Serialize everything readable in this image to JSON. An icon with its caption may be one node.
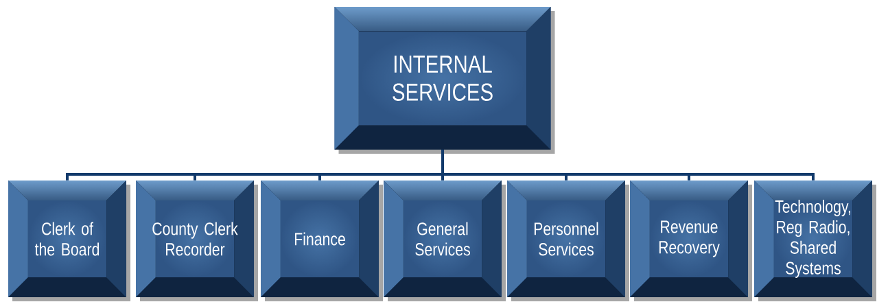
{
  "diagram": {
    "nodes": [
      {
        "text": [
          "INTERNAL SERVICES"
        ]
      },
      {
        "text": [
          "Clerk of the Board"
        ]
      },
      {
        "text": [
          "County Clerk Recorder"
        ]
      },
      {
        "text": [
          "Finance"
        ]
      },
      {
        "text": [
          "General Services"
        ]
      },
      {
        "text": [
          "Personnel Services"
        ]
      },
      {
        "text": [
          "Revenue Recovery"
        ]
      },
      {
        "text": [
          "Technology, Reg Radio, Shared Systems"
        ]
      }
    ],
    "edges": [
      {
        "from": 0,
        "to": 1,
        "arrow": "none"
      },
      {
        "from": 0,
        "to": 2,
        "arrow": "none"
      },
      {
        "from": 0,
        "to": 3,
        "arrow": "none"
      },
      {
        "from": 0,
        "to": 4,
        "arrow": "none"
      },
      {
        "from": 0,
        "to": 5,
        "arrow": "none"
      },
      {
        "from": 0,
        "to": 6,
        "arrow": "none"
      },
      {
        "from": 0,
        "to": 7,
        "arrow": "none"
      }
    ]
  }
}
